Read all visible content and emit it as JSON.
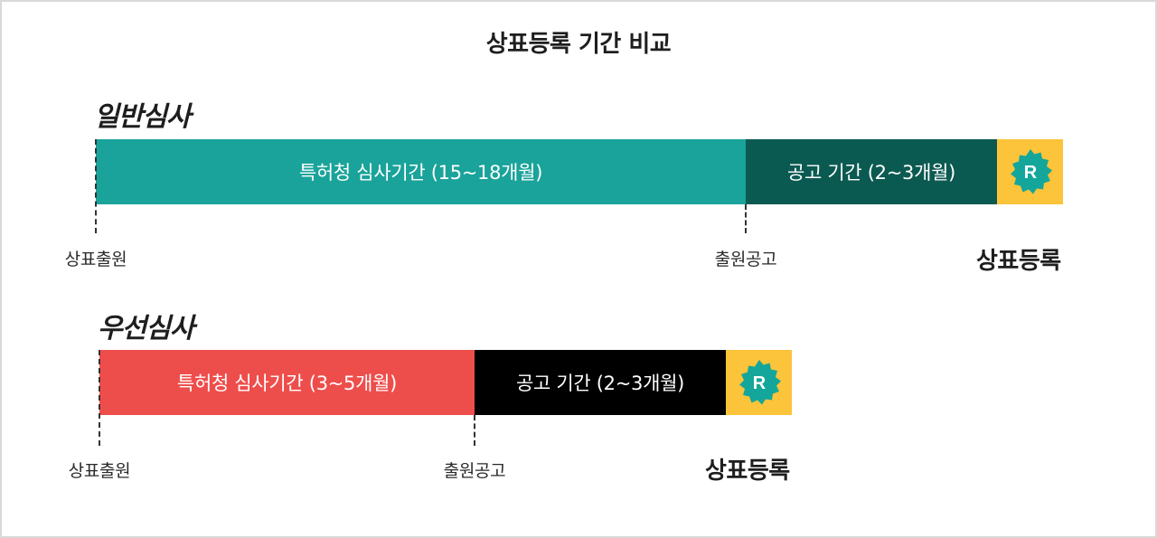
{
  "title": "상표등록 기간 비교",
  "general": {
    "label": "일반심사",
    "exam": "특허청 심사기간 (15~18개월)",
    "notice": "공고 기간 (2~3개월)",
    "badge": "R",
    "start": "상표출원",
    "mid": "출원공고",
    "end": "상표등록"
  },
  "priority": {
    "label": "우선심사",
    "exam": "특허청 심사기간 (3~5개월)",
    "notice": "공고 기간 (2~3개월)",
    "badge": "R",
    "start": "상표출원",
    "mid": "출원공고",
    "end": "상표등록"
  },
  "colors": {
    "general_exam": "#1aa39a",
    "general_notice": "#0b5a52",
    "priority_exam": "#ee4e4b",
    "priority_notice": "#000000",
    "badge_bg": "#fcc43a",
    "badge_seal": "#14a69a"
  }
}
